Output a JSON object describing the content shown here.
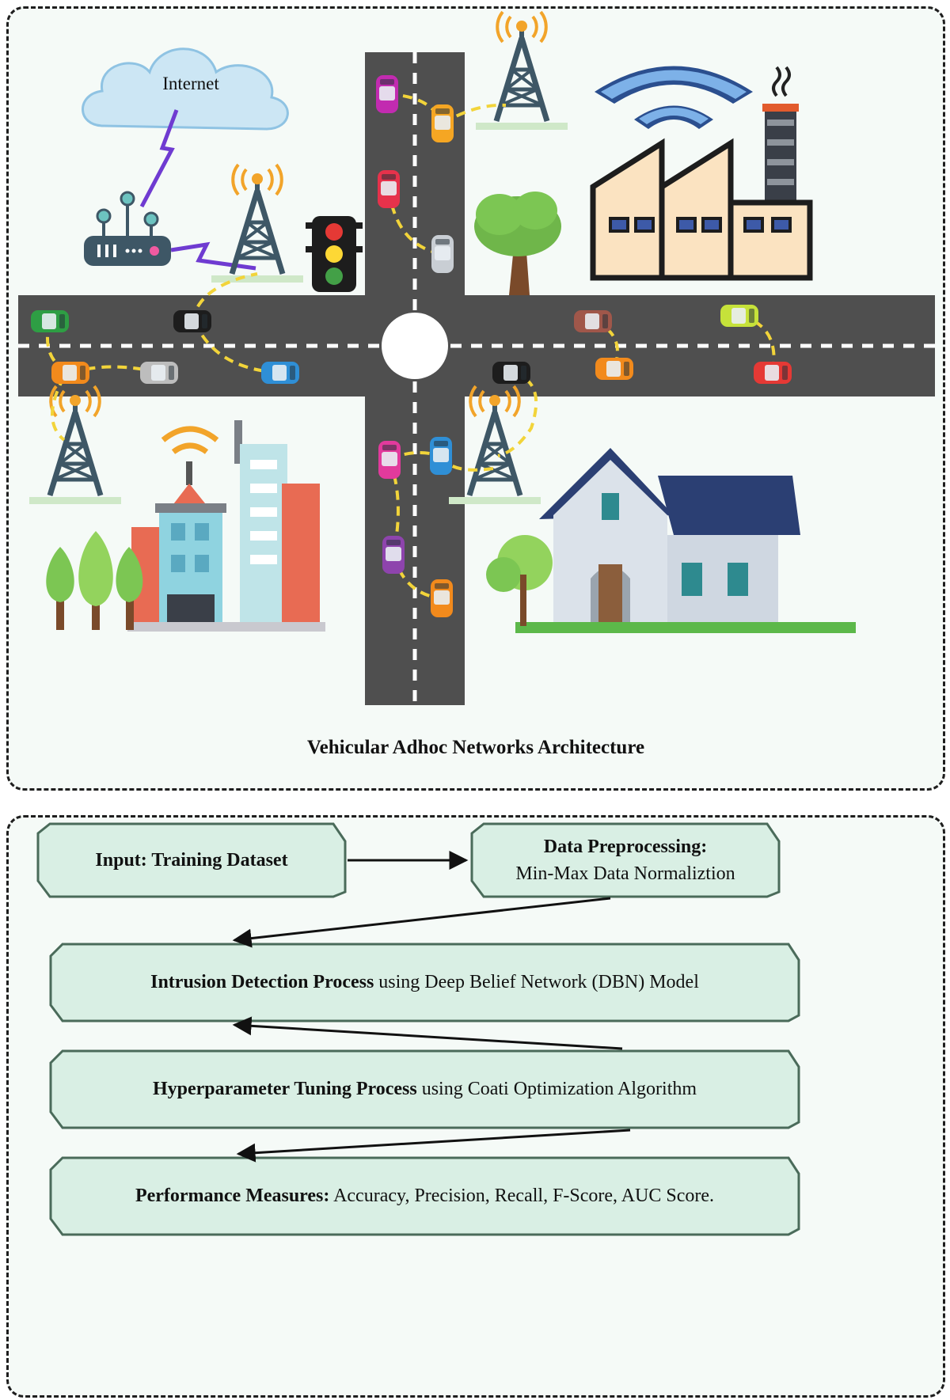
{
  "architecture": {
    "cloud_label": "Internet",
    "caption": "Vehicular Adhoc Networks Architecture"
  },
  "flow": {
    "input": {
      "bold": "Input: Training Dataset"
    },
    "preprocessing": {
      "bold": "Data Preprocessing:",
      "text": "Min-Max Data Normaliztion"
    },
    "detection": {
      "bold": "Intrusion Detection Process",
      "text": " using Deep Belief Network (DBN) Model"
    },
    "tuning": {
      "bold": "Hyperparameter Tuning Process",
      "text": " using Coati Optimization Algorithm"
    },
    "performance": {
      "bold": "Performance Measures:",
      "text": " Accuracy, Precision, Recall, F-Score, AUC Score."
    }
  },
  "colors": {
    "box_fill": "#d9efe4",
    "box_border": "#4a6b5a",
    "road": "#4f4f4f",
    "link": "#f2d43a",
    "tower": "#3e5766",
    "wireless": "#f2a42a"
  },
  "icons": [
    "cloud-icon",
    "router-icon",
    "tower-icon",
    "traffic-light-icon",
    "tree-icon",
    "factory-icon",
    "office-buildings-icon",
    "house-icon",
    "car-icon"
  ]
}
